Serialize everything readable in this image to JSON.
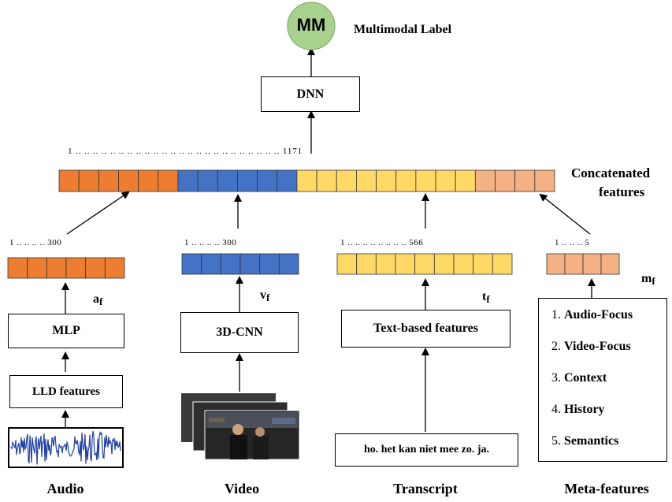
{
  "output": {
    "node": "MM",
    "label": "Multimodal Label"
  },
  "dnn": {
    "label": "DNN"
  },
  "concat": {
    "index_scale": "1 .. .. .. .. .. .. .. .. .. .. .. .. .. .. .. .. .. .. .. .. .. .. .. .. 1171",
    "label_line1": "Concatenated",
    "label_line2": "features",
    "colors": [
      "#ED7D31",
      "#4472C4",
      "#FFD966",
      "#F4B183"
    ]
  },
  "audio": {
    "index_scale": "1  ..  ..  ..  ..  300",
    "vector_name": "a",
    "vector_sub": "f",
    "model": "MLP",
    "input": "LLD features",
    "title": "Audio",
    "color": "#ED7D31"
  },
  "video": {
    "index_scale": "1  ..  ..  ..  ..  300",
    "vector_name": "v",
    "vector_sub": "f",
    "model": "3D-CNN",
    "title": "Video",
    "color": "#4472C4"
  },
  "transcript": {
    "index_scale": "1  ..  ..  ..  ..  ..  ..  ..  ..  566",
    "vector_name": "t",
    "vector_sub": "f",
    "model": "Text-based features",
    "input": "ho. het kan niet mee zo. ja.",
    "title": "Transcript",
    "color": "#FFD966"
  },
  "meta": {
    "index_scale": "1  ..  ..  ..  5",
    "vector_name": "m",
    "vector_sub": "f",
    "items": [
      {
        "num": "1.",
        "text": "Audio-Focus"
      },
      {
        "num": "2.",
        "text": "Video-Focus"
      },
      {
        "num": "3.",
        "text": "Context"
      },
      {
        "num": "4.",
        "text": "History"
      },
      {
        "num": "5.",
        "text": "Semantics"
      }
    ],
    "title": "Meta-features",
    "color": "#F4B183"
  }
}
